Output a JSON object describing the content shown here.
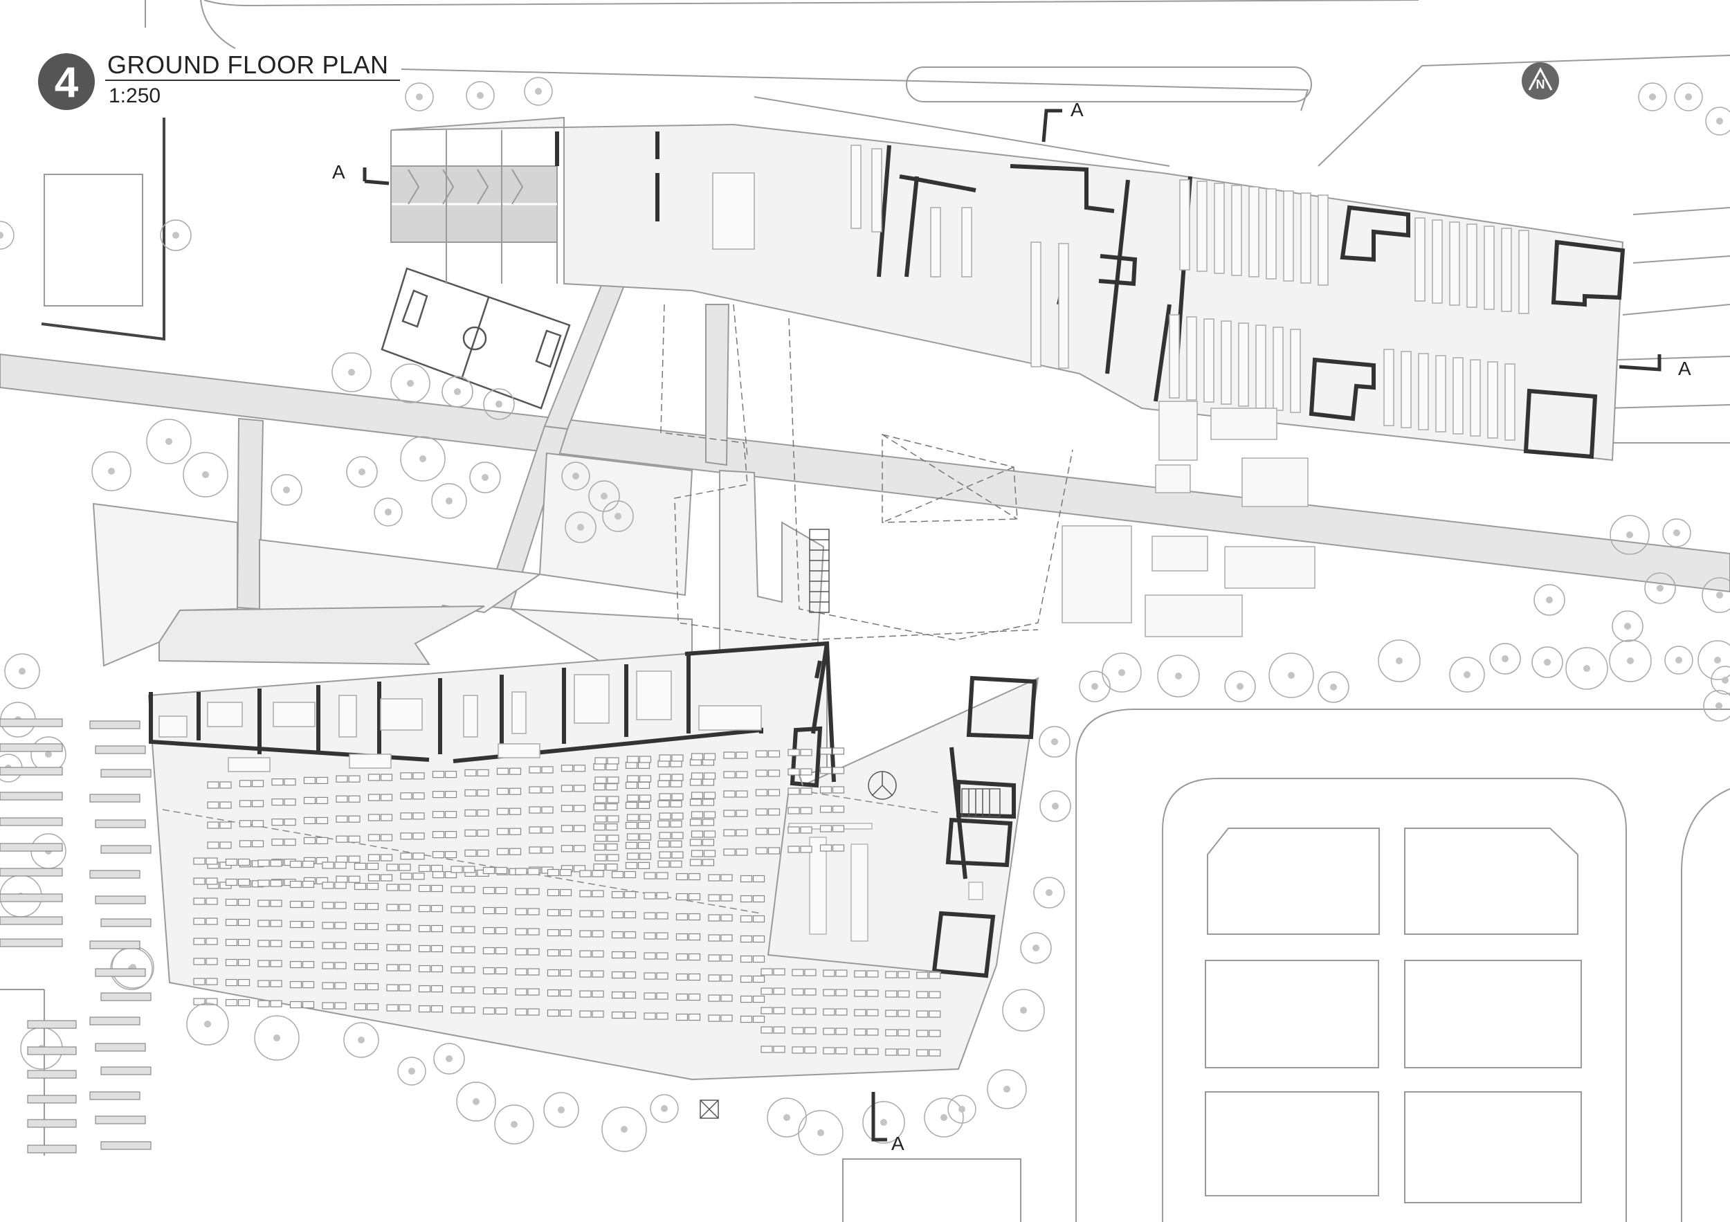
{
  "header": {
    "number": "4",
    "title": "GROUND FLOOR PLAN",
    "scale": "1:250"
  },
  "north_arrow": {
    "icon": "north-arrow-icon",
    "letter": "N"
  },
  "section_markers": [
    "A",
    "A",
    "A",
    "A"
  ],
  "colors": {
    "background": "#ffffff",
    "line": "#9a9a9a",
    "wall": "#333333",
    "floor": "#f2f2f2",
    "path": "#e6e6e6",
    "tree_center": "#c4c4c4"
  }
}
